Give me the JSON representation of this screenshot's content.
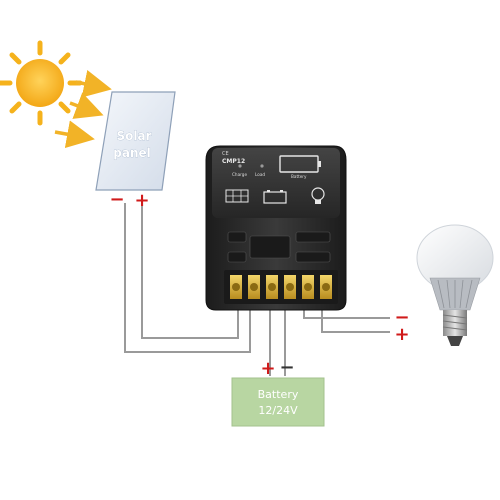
{
  "solar_panel": {
    "label_line1": "Solar",
    "label_line2": "panel"
  },
  "controller": {
    "model": "CMP12",
    "ce_mark": "CE",
    "indicator_labels": [
      "Charge",
      "Load",
      "Battery"
    ]
  },
  "battery": {
    "label_line1": "Battery",
    "label_line2": "12/24V"
  },
  "polarity": {
    "plus": "+",
    "minus": "−"
  },
  "colors": {
    "wire": "#9a9a9a",
    "plus": "#d01a1a",
    "minus": "#333333",
    "panel_fill": "#e6ecf5",
    "battery_fill": "#b8d6a2",
    "sun": "#f5b21c",
    "arrow": "#f2b327",
    "controller_body": "#2a2a2a",
    "terminal": "#d9b23a"
  }
}
